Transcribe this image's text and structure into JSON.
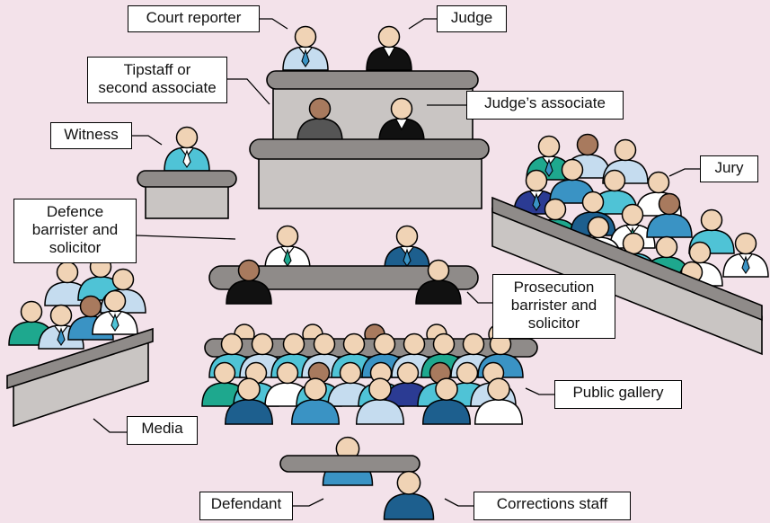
{
  "labels": {
    "court_reporter": "Court reporter",
    "judge": "Judge",
    "tipstaff": [
      "Tipstaff or",
      "second associate"
    ],
    "judges_associate": "Judge’s associate",
    "witness": "Witness",
    "jury": "Jury",
    "defence": [
      "Defence",
      "barrister and",
      "solicitor"
    ],
    "prosecution": [
      "Prosecution",
      "barrister and",
      "solicitor"
    ],
    "public_gallery": "Public gallery",
    "media": "Media",
    "defendant": "Defendant",
    "corrections_staff": "Corrections staff"
  },
  "colors": {
    "background": "#f3e2ea",
    "furniture_top": "#8f8b89",
    "furniture_front": "#c9c5c3",
    "skin_light": "#f0d3b5",
    "skin_dark": "#a87a5e",
    "teal": "#4fc3d6",
    "green": "#1ea88e",
    "light_blue": "#c5dcef",
    "mid_blue": "#3a93c4",
    "dark_blue": "#1d5f8e",
    "navy": "#2b3b93",
    "white": "#ffffff",
    "black": "#111111"
  }
}
